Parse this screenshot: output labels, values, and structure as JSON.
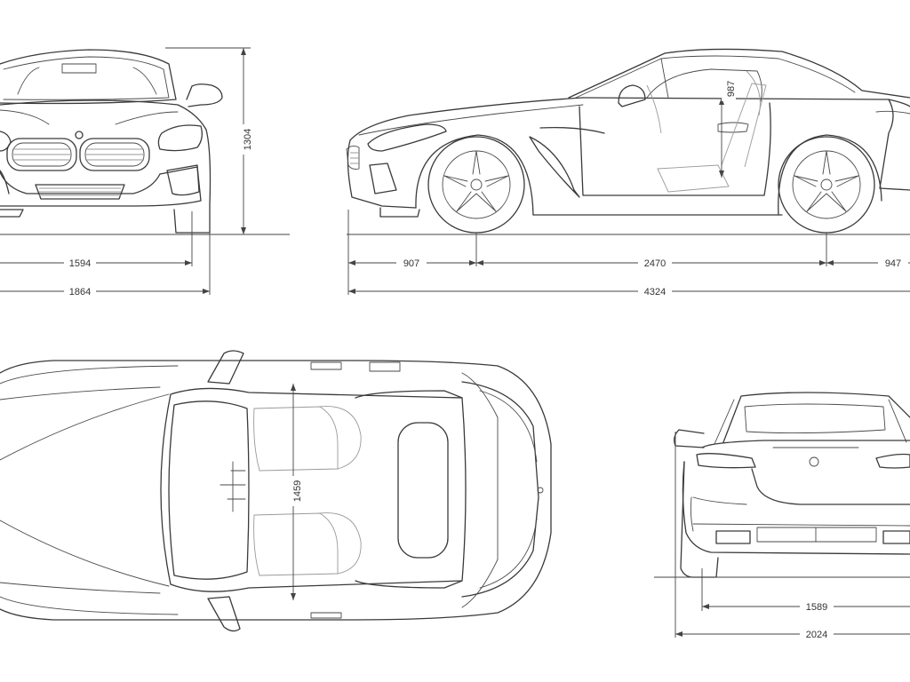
{
  "dimensions": {
    "front_height": "1304",
    "front_track": "1594",
    "front_width": "1864",
    "front_overhang": "907",
    "wheelbase": "2470",
    "rear_overhang": "947",
    "length": "4324",
    "door_height": "987",
    "inner_width": "1459",
    "rear_track": "1589",
    "width_mirrors": "2024"
  }
}
